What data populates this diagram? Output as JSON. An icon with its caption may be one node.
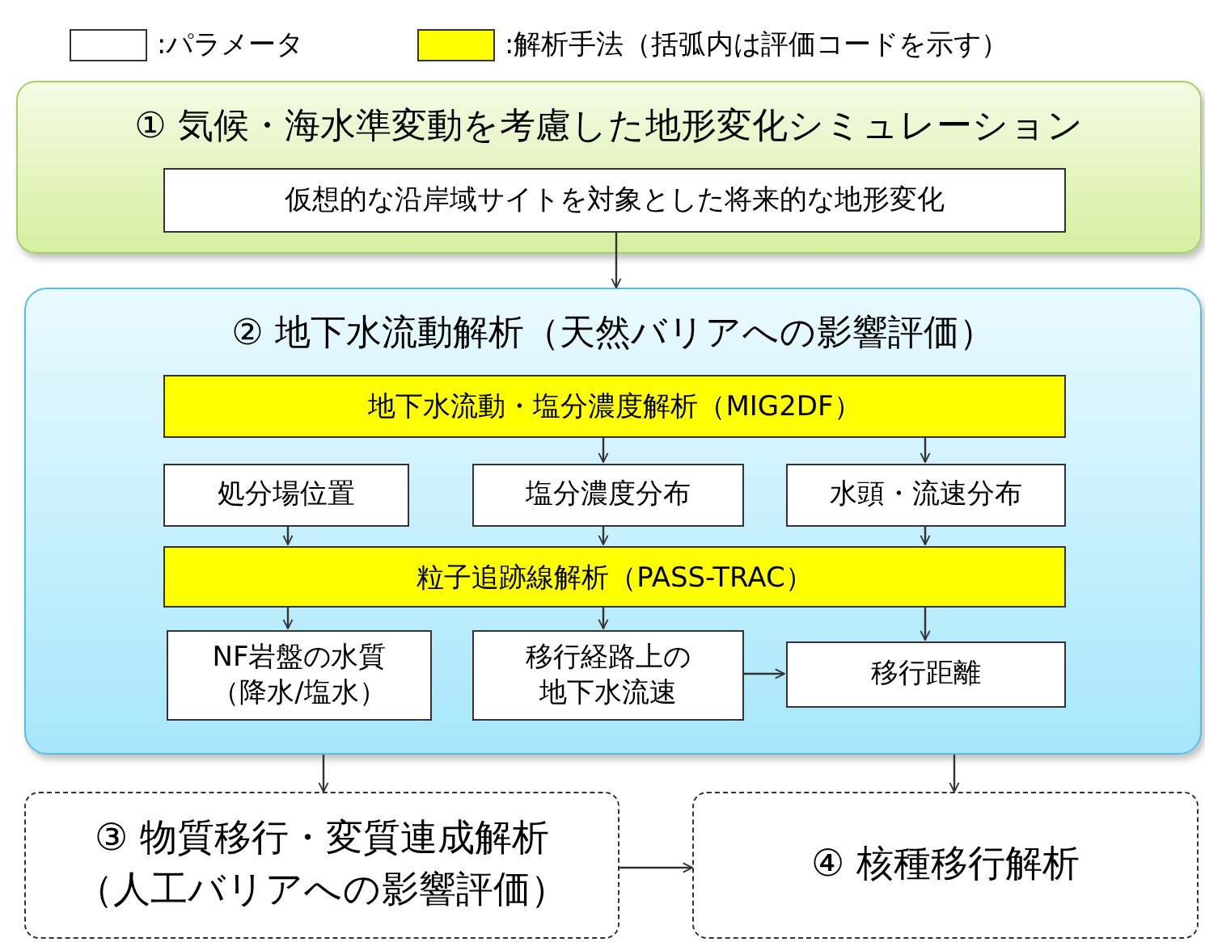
{
  "diagram": {
    "nodes": [
      {
        "text": [
          "① 気候・海水準変動を考慮した地形変化シミュレーション"
        ]
      },
      {
        "text": [
          "仮想的な沿岸域サイトを対象とした将来的な地形変化"
        ],
        "in": 0
      },
      {
        "text": [
          "② 地下水流動解析（天然バリアへの影響評価）"
        ]
      },
      {
        "text": [
          "地下水流動・塩分濃度解析（MIG2DF）"
        ],
        "in": 2
      },
      {
        "text": [
          "処分場位置"
        ],
        "in": 2
      },
      {
        "text": [
          "塩分濃度分布"
        ],
        "in": 2
      },
      {
        "text": [
          "水頭・流速分布"
        ],
        "in": 2
      },
      {
        "text": [
          "粒子追跡線解析（PASS-TRAC）"
        ],
        "in": 2
      },
      {
        "text": [
          "NF岩盤の水質（降水/塩水）"
        ],
        "in": 2
      },
      {
        "text": [
          "移行経路上の地下水流速"
        ],
        "in": 2
      },
      {
        "text": [
          "移行距離"
        ],
        "in": 2
      },
      {
        "text": [
          "③ 物質移行・変質連成解析",
          "（人工バリアへの影響評価）"
        ]
      },
      {
        "text": [
          "④ 核種移行解析"
        ]
      }
    ],
    "edges": [
      {
        "from": 1,
        "to": 2,
        "arrow": "to"
      },
      {
        "from": 3,
        "to": 5,
        "arrow": "to"
      },
      {
        "from": 3,
        "to": 6,
        "arrow": "to"
      },
      {
        "from": 4,
        "to": 7,
        "arrow": "to"
      },
      {
        "from": 5,
        "to": 7,
        "arrow": "to"
      },
      {
        "from": 6,
        "to": 7,
        "arrow": "to"
      },
      {
        "from": 7,
        "to": 8,
        "arrow": "to"
      },
      {
        "from": 7,
        "to": 9,
        "arrow": "to"
      },
      {
        "from": 7,
        "to": 10,
        "arrow": "to"
      },
      {
        "from": 9,
        "to": 10,
        "arrow": "to"
      },
      {
        "from": 2,
        "to": 11,
        "arrow": "to"
      },
      {
        "from": 2,
        "to": 12,
        "arrow": "to"
      },
      {
        "from": 11,
        "to": 12,
        "arrow": "to"
      }
    ],
    "legend": [
      {
        "text": ":パラメータ",
        "color": "#ffffff"
      },
      {
        "text": ":解析手法（括弧内は評価コードを示す）",
        "color": "#ffff00"
      }
    ]
  }
}
